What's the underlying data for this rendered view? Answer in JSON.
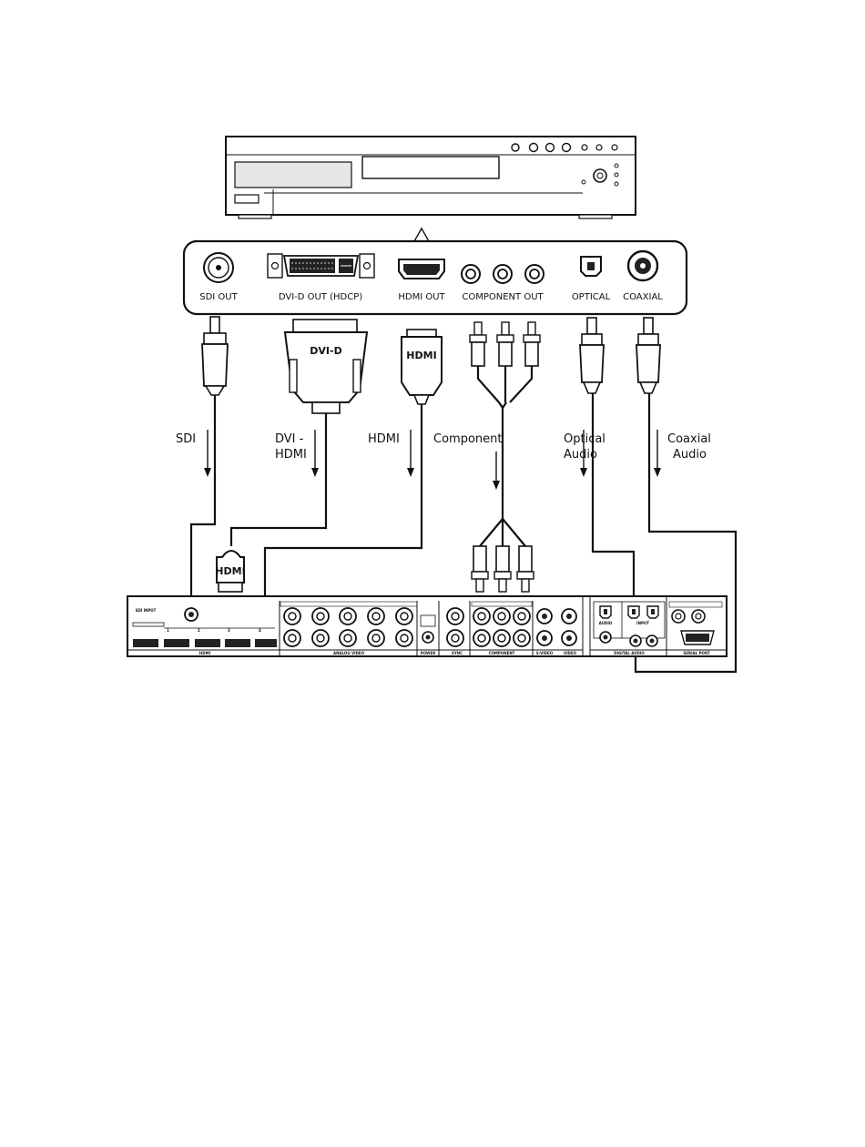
{
  "source_ports": {
    "sdi_out": "SDI OUT",
    "dvi_d_out": "DVI-D OUT (HDCP)",
    "hdmi_out": "HDMI OUT",
    "component_out": "COMPONENT OUT",
    "optical": "OPTICAL",
    "coaxial": "COAXIAL"
  },
  "plugs": {
    "dvi_d": "DVI-D",
    "hdmi_top": "HDMI",
    "hdmi_bottom": "HDMI"
  },
  "cables": {
    "sdi": "SDI",
    "dvi_hdmi_line1": "DVI -",
    "dvi_hdmi_line2": "HDMI",
    "hdmi": "HDMI",
    "component": "Component",
    "optical_line1": "Optical",
    "optical_line2": "Audio",
    "coaxial_line1": "Coaxial",
    "coaxial_line2": "Audio"
  },
  "display_panel": {
    "sdi_input": "SDI INPUT",
    "hdmi_group": "HDMI",
    "hdmi_1": "1",
    "hdmi_2": "2",
    "hdmi_3": "3",
    "hdmi_4": "4",
    "analog_video": "ANALOG VIDEO",
    "power": "POWER",
    "sync": "SYNC",
    "component": "COMPONENT",
    "s_video": "S-VIDEO",
    "video": "VIDEO",
    "audio": "AUDIO",
    "input": "INPUT",
    "digital_audio": "DIGITAL AUDIO",
    "serial_port": "SERIAL PORT"
  },
  "colors": {
    "line": "#111111",
    "panel_fill": "#ffffff",
    "player_display": "#e6e6e6",
    "port_dark": "#222222"
  }
}
